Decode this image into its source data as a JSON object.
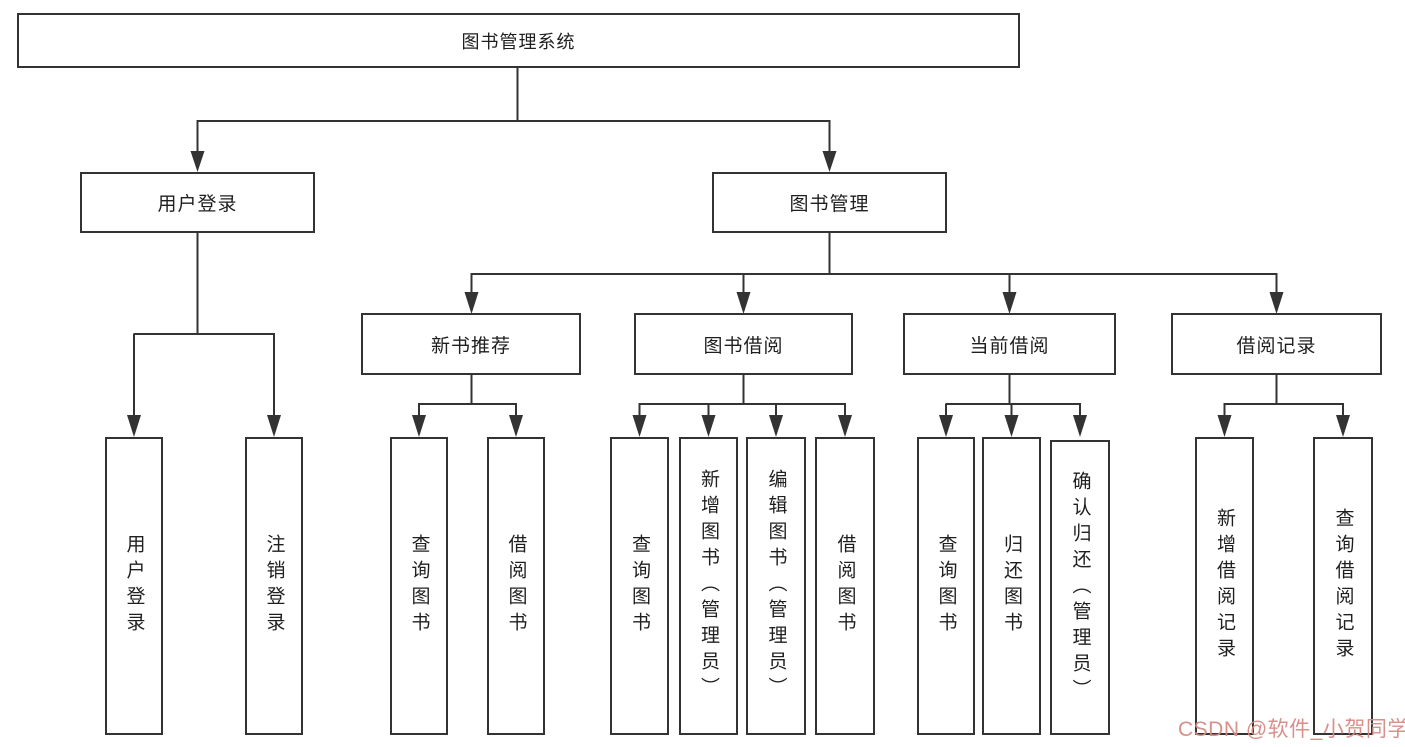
{
  "diagram": {
    "root": {
      "label": "图书管理系统"
    },
    "level2": {
      "user_login": {
        "label": "用户登录"
      },
      "book_management": {
        "label": "图书管理"
      }
    },
    "level3": {
      "new_book_recommend": {
        "label": "新书推荐"
      },
      "book_borrowing": {
        "label": "图书借阅"
      },
      "current_borrowing": {
        "label": "当前借阅"
      },
      "borrowing_records": {
        "label": "借阅记录"
      }
    },
    "leaves": {
      "user_login": {
        "label": "用户登录"
      },
      "logout": {
        "label": "注销登录"
      },
      "query_books_recommend": {
        "label": "查询图书"
      },
      "borrow_books_recommend": {
        "label": "借阅图书"
      },
      "query_books_borrowing": {
        "label": "查询图书"
      },
      "add_book_admin": {
        "label": "新增图书（管理员）"
      },
      "edit_book_admin": {
        "label": "编辑图书（管理员）"
      },
      "borrow_books_borrowing": {
        "label": "借阅图书"
      },
      "query_books_current": {
        "label": "查询图书"
      },
      "return_book": {
        "label": "归还图书"
      },
      "confirm_return_admin": {
        "label": "确认归还（管理员）"
      },
      "add_borrow_record": {
        "label": "新增借阅记录"
      },
      "query_borrow_record": {
        "label": "查询借阅记录"
      }
    }
  },
  "watermark": {
    "text": "CSDN @软件_小贺同学",
    "color": "#d68a84"
  },
  "colors": {
    "line": "#333333",
    "text": "#1f1f1f",
    "background": "#ffffff"
  }
}
